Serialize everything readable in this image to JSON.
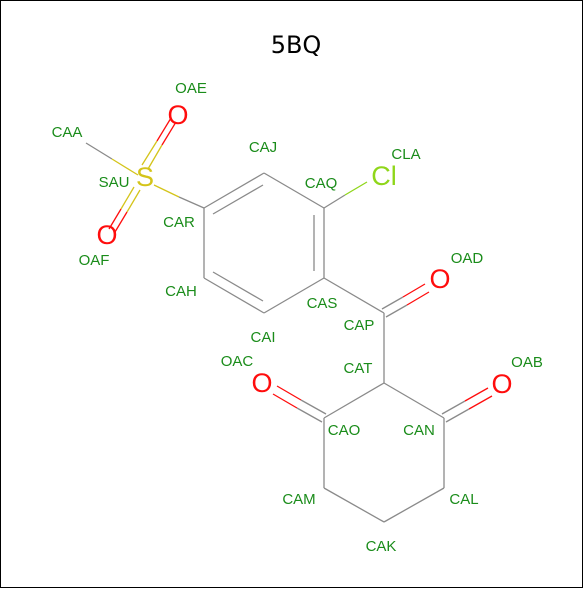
{
  "title": "5BQ",
  "colors": {
    "carbon_bond": "#8a8a8a",
    "oxygen": "#ff0d0d",
    "sulfur": "#d4c41a",
    "chlorine": "#8fd61a",
    "atom_label": "#1a8c1a",
    "title": "#000000"
  },
  "atom_labels": [
    "CAA",
    "SAU",
    "OAE",
    "OAF",
    "CAR",
    "CAJ",
    "CAQ",
    "CLA",
    "CAH",
    "CAS",
    "CAI",
    "CAP",
    "OAD",
    "CAT",
    "OAC",
    "OAB",
    "CAO",
    "CAN",
    "CAM",
    "CAL",
    "CAK"
  ],
  "heteroatom_symbols": {
    "S": "S",
    "O": "O",
    "Cl": "Cl"
  }
}
